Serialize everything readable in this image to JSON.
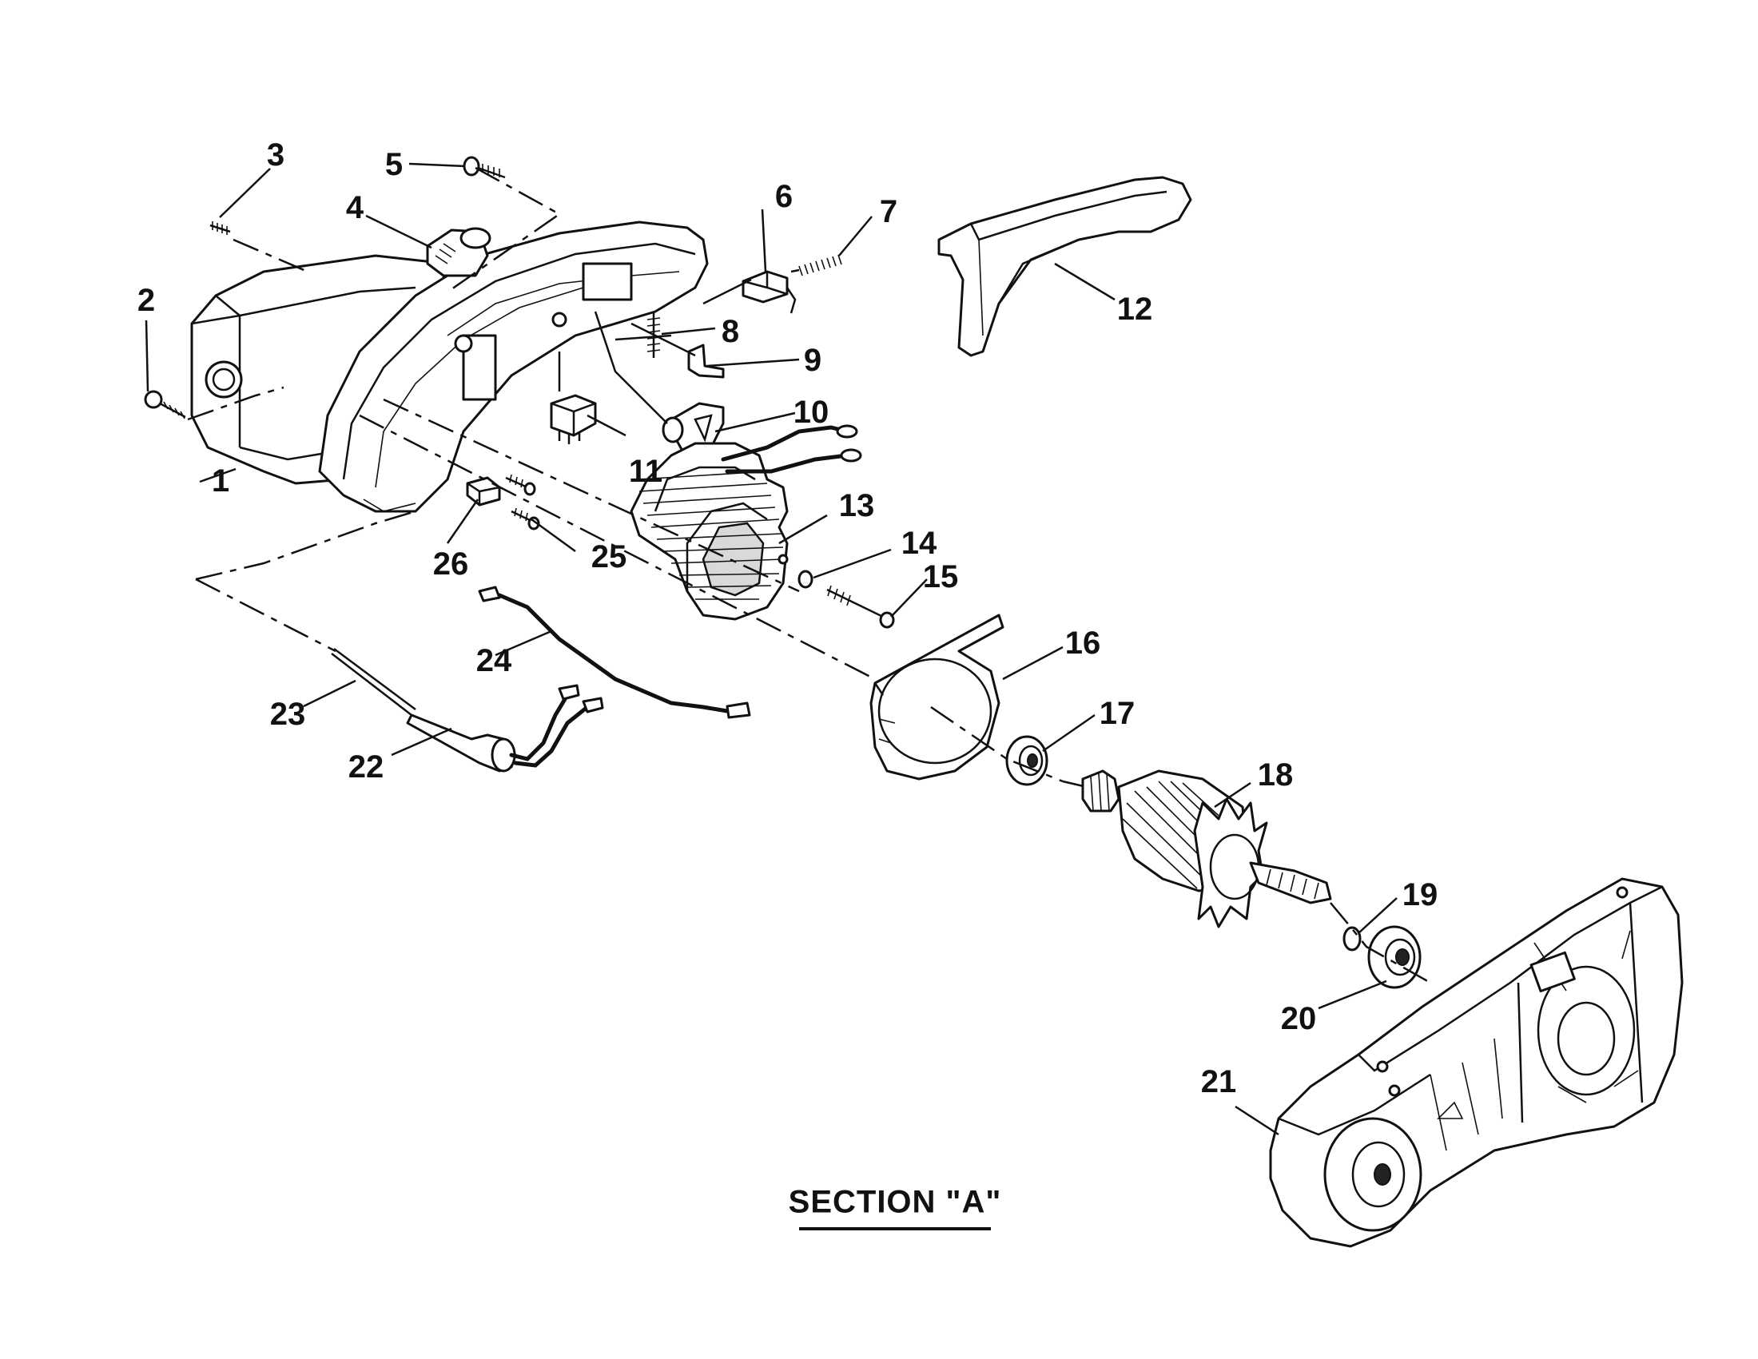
{
  "section_title": "SECTION \"A\"",
  "callouts": [
    {
      "id": "1",
      "label": "1"
    },
    {
      "id": "2",
      "label": "2"
    },
    {
      "id": "3",
      "label": "3"
    },
    {
      "id": "4",
      "label": "4"
    },
    {
      "id": "5",
      "label": "5"
    },
    {
      "id": "6",
      "label": "6"
    },
    {
      "id": "7",
      "label": "7"
    },
    {
      "id": "8",
      "label": "8"
    },
    {
      "id": "9",
      "label": "9"
    },
    {
      "id": "10",
      "label": "10"
    },
    {
      "id": "11",
      "label": "11"
    },
    {
      "id": "12",
      "label": "12"
    },
    {
      "id": "13",
      "label": "13"
    },
    {
      "id": "14",
      "label": "14"
    },
    {
      "id": "15",
      "label": "15"
    },
    {
      "id": "16",
      "label": "16"
    },
    {
      "id": "17",
      "label": "17"
    },
    {
      "id": "18",
      "label": "18"
    },
    {
      "id": "19",
      "label": "19"
    },
    {
      "id": "20",
      "label": "20"
    },
    {
      "id": "21",
      "label": "21"
    },
    {
      "id": "22",
      "label": "22"
    },
    {
      "id": "23",
      "label": "23"
    },
    {
      "id": "24",
      "label": "24"
    },
    {
      "id": "25",
      "label": "25"
    },
    {
      "id": "26",
      "label": "26"
    }
  ]
}
